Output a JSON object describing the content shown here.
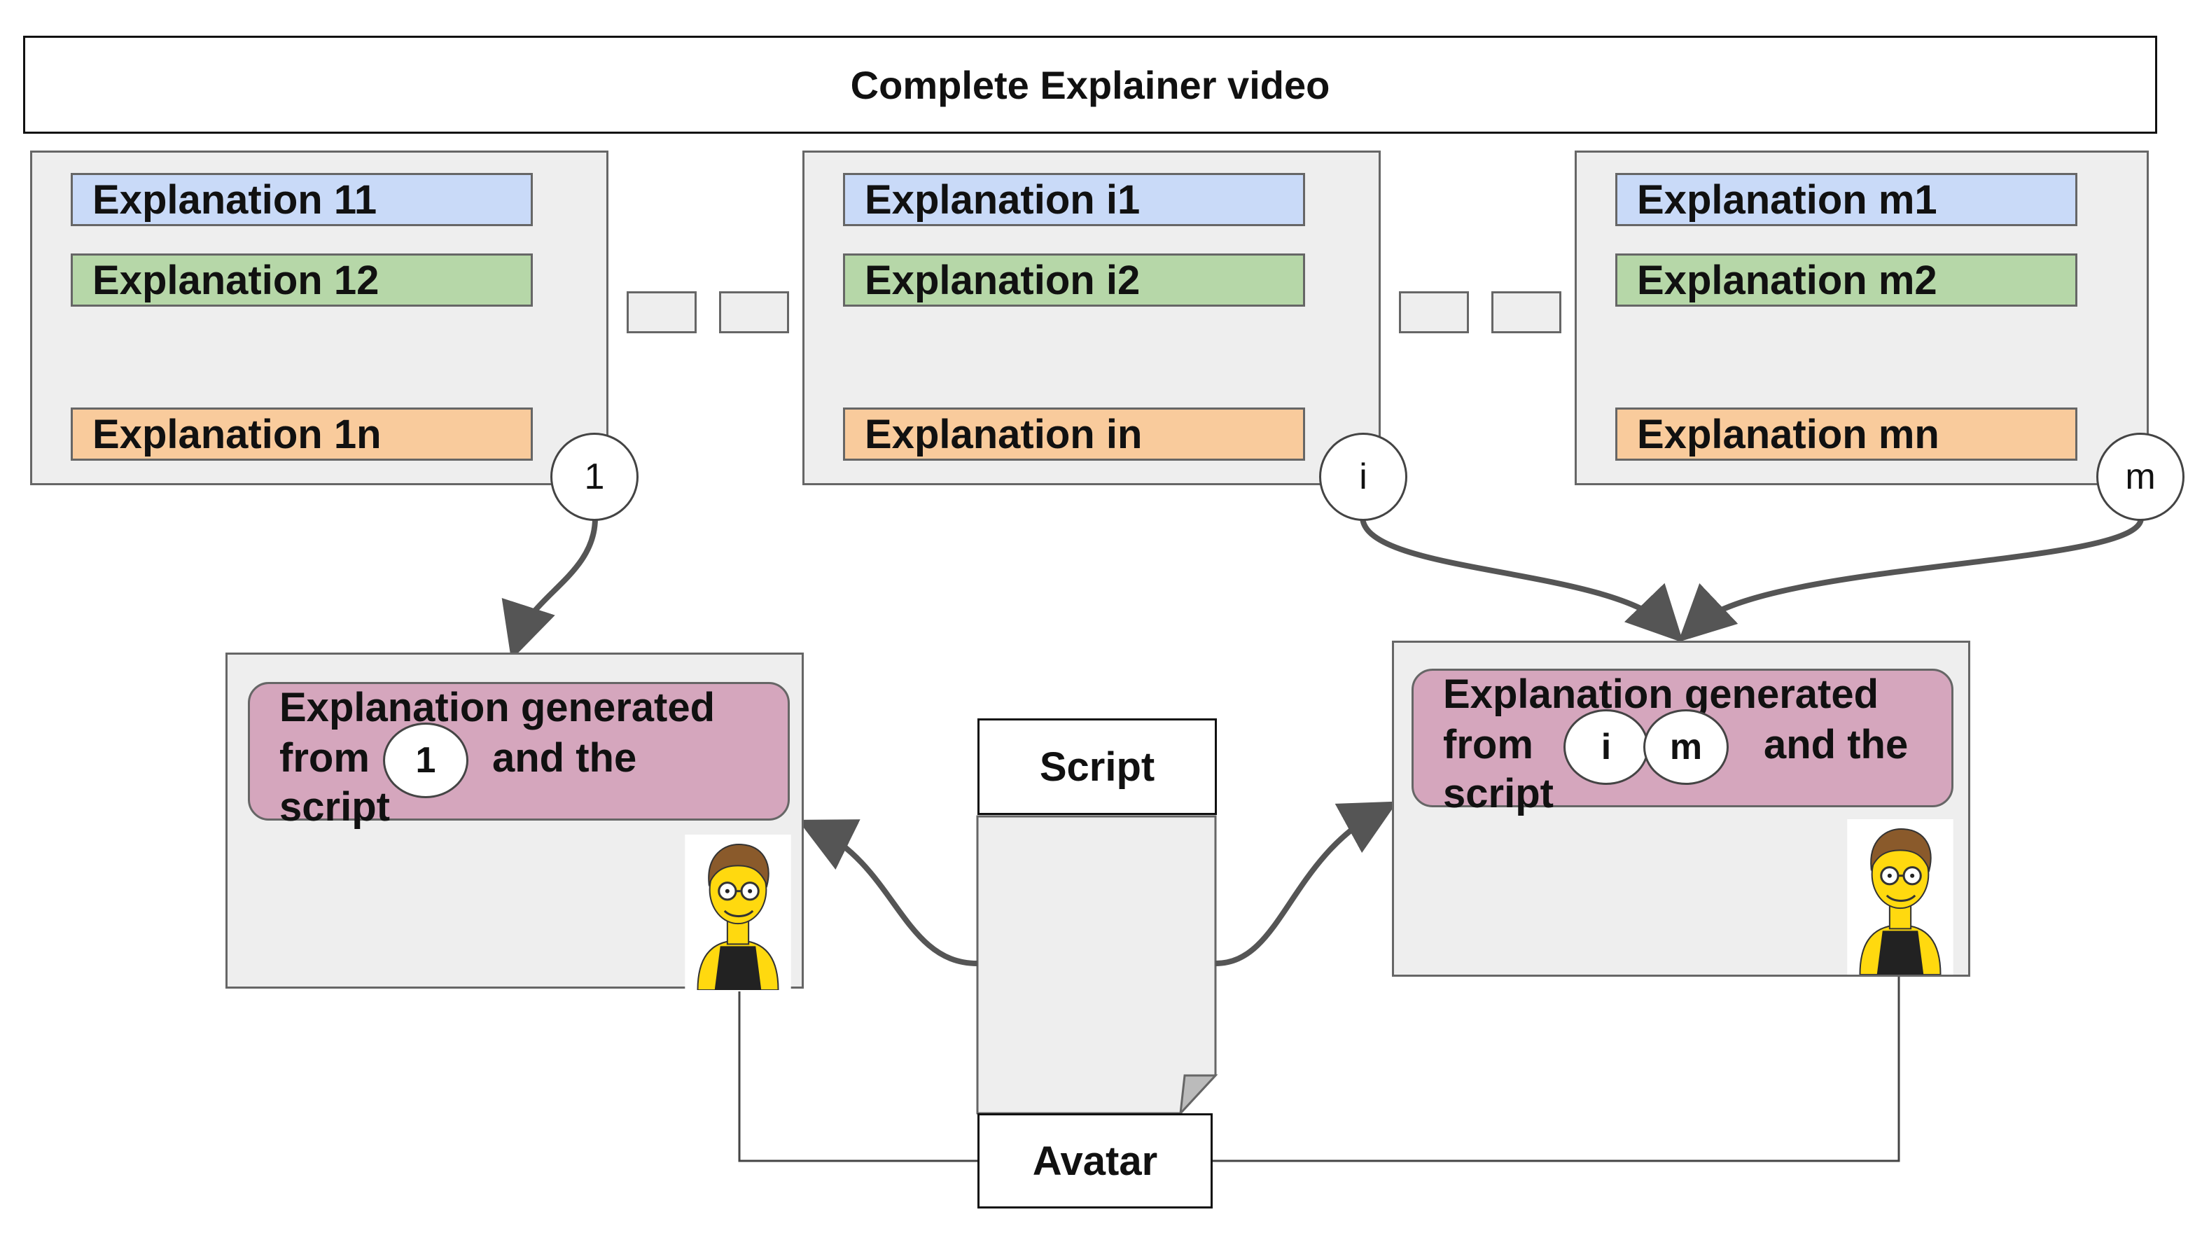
{
  "title": "Complete Explainer video",
  "groups": [
    {
      "items": [
        "Explanation 11",
        "Explanation 12",
        "Explanation 1n"
      ],
      "badge": "1"
    },
    {
      "items": [
        "Explanation i1",
        "Explanation i2",
        "Explanation in"
      ],
      "badge": "i"
    },
    {
      "items": [
        "Explanation m1",
        "Explanation m2",
        "Explanation mn"
      ],
      "badge": "m"
    }
  ],
  "results": [
    {
      "line1": "Explanation generated",
      "from": "from",
      "and_the": "and  the",
      "script": "script",
      "badges": [
        "1"
      ]
    },
    {
      "line1": "Explanation generated",
      "from": "from",
      "and_the": "and the",
      "script": "script",
      "badges": [
        "i",
        "m"
      ]
    }
  ],
  "script_label": "Script",
  "avatar_label": "Avatar",
  "icons": [
    "avatar-icon"
  ],
  "colors": {
    "blue": "#c9daf8",
    "green": "#b6d7a8",
    "orange": "#f9cb9c",
    "pink": "#d5a6bd",
    "box_fill": "#eeeeee",
    "arrow": "#555555"
  }
}
